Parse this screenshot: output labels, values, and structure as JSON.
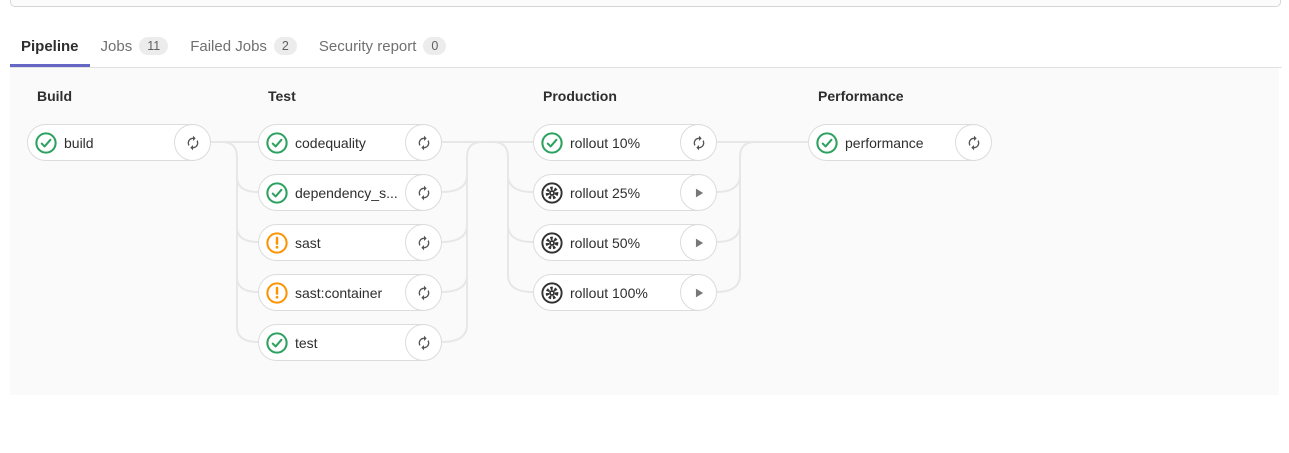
{
  "tabs": [
    {
      "label": "Pipeline",
      "count": null,
      "active": true
    },
    {
      "label": "Jobs",
      "count": "11",
      "active": false
    },
    {
      "label": "Failed Jobs",
      "count": "2",
      "active": false
    },
    {
      "label": "Security report",
      "count": "0",
      "active": false
    }
  ],
  "stages": [
    {
      "name": "Build",
      "jobs": [
        {
          "label": "build",
          "status": "success",
          "action": "retry"
        }
      ]
    },
    {
      "name": "Test",
      "jobs": [
        {
          "label": "codequality",
          "status": "success",
          "action": "retry"
        },
        {
          "label": "dependency_s...",
          "status": "success",
          "action": "retry"
        },
        {
          "label": "sast",
          "status": "warning",
          "action": "retry"
        },
        {
          "label": "sast:container",
          "status": "warning",
          "action": "retry"
        },
        {
          "label": "test",
          "status": "success",
          "action": "retry"
        }
      ]
    },
    {
      "name": "Production",
      "jobs": [
        {
          "label": "rollout 10%",
          "status": "success",
          "action": "retry"
        },
        {
          "label": "rollout 25%",
          "status": "manual",
          "action": "play"
        },
        {
          "label": "rollout 50%",
          "status": "manual",
          "action": "play"
        },
        {
          "label": "rollout 100%",
          "status": "manual",
          "action": "play"
        }
      ]
    },
    {
      "name": "Performance",
      "jobs": [
        {
          "label": "performance",
          "status": "success",
          "action": "retry"
        }
      ]
    }
  ],
  "colors": {
    "accent": "#6666c4",
    "success": "#2da160",
    "warning": "#fc9403",
    "manual": "#333333",
    "action_icon": "#555555",
    "play_icon": "#777777",
    "connector": "#e7e7e7"
  }
}
